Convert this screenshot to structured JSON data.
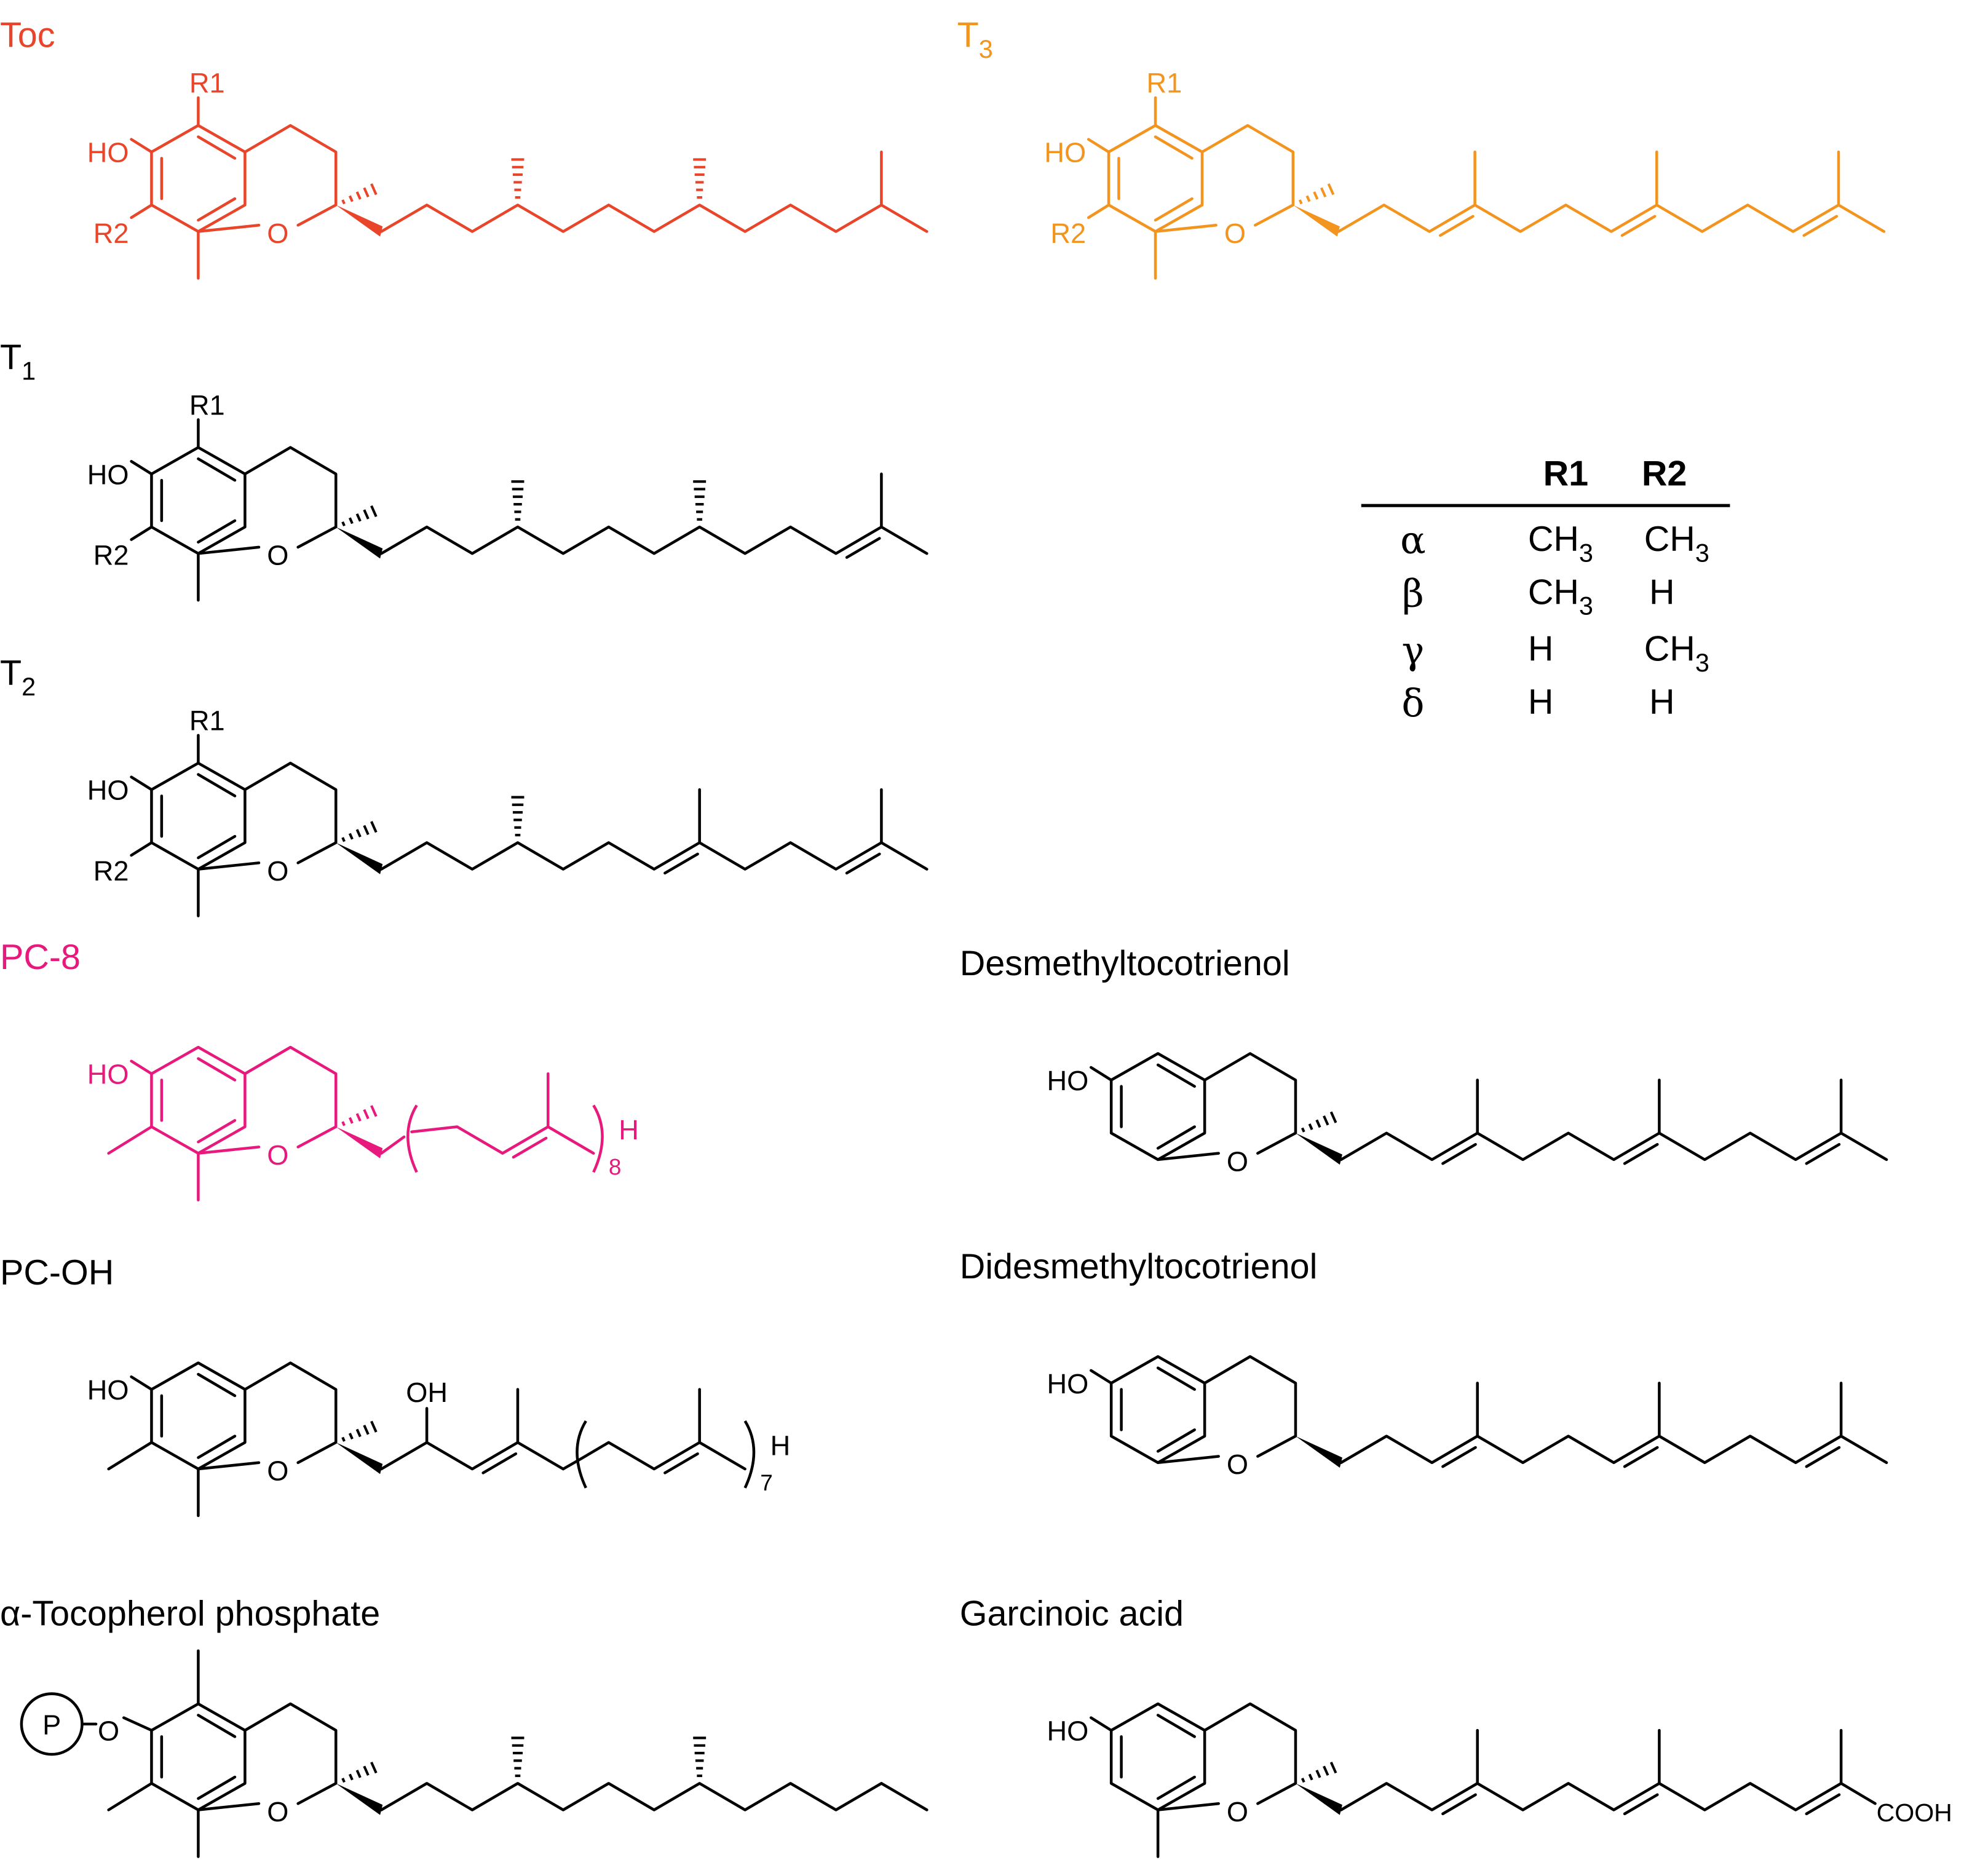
{
  "colors": {
    "toc": "#e8452a",
    "t3": "#f2941e",
    "pc8": "#e8197c",
    "default": "#000000"
  },
  "compounds": [
    {
      "id": "toc",
      "name": "Toc",
      "name_sub": "",
      "color": "#e8452a",
      "chain": "tocopherol",
      "substituents": "R"
    },
    {
      "id": "t3",
      "name": "T",
      "name_sub": "3",
      "color": "#f2941e",
      "chain": "triene",
      "substituents": "R"
    },
    {
      "id": "t1",
      "name": "T",
      "name_sub": "1",
      "color": "#000000",
      "chain": "monoene",
      "substituents": "R"
    },
    {
      "id": "t2",
      "name": "T",
      "name_sub": "2",
      "color": "#000000",
      "chain": "diene",
      "substituents": "R"
    },
    {
      "id": "pc8",
      "name": "PC-8",
      "name_sub": "",
      "color": "#e8197c",
      "chain": "repeat-8",
      "substituents": "gamma"
    },
    {
      "id": "desmethyl",
      "name": "Desmethyltocotrienol",
      "name_sub": "",
      "color": "#000000",
      "chain": "triene",
      "substituents": "none"
    },
    {
      "id": "pcoh",
      "name": "PC-OH",
      "name_sub": "",
      "color": "#000000",
      "chain": "hydroxy-repeat-7",
      "substituents": "gamma"
    },
    {
      "id": "didesmethyl",
      "name": "Didesmethyltocotrienol",
      "name_sub": "",
      "color": "#000000",
      "chain": "triene-nomethyl",
      "substituents": "none"
    },
    {
      "id": "atp",
      "name": "α-Tocopherol phosphate",
      "name_sub": "",
      "color": "#000000",
      "chain": "tocopherol-truncated",
      "substituents": "alpha-phosphate"
    },
    {
      "id": "garcinoic",
      "name": "Garcinoic acid",
      "name_sub": "",
      "color": "#000000",
      "chain": "triene-acid",
      "substituents": "delta"
    }
  ],
  "atom_labels": {
    "ho": "HO",
    "ring_o": "O",
    "r1": "R1",
    "r2": "R2",
    "oh": "OH",
    "h": "H",
    "cooh": "COOH",
    "phosphate": "P",
    "ester_o": "O",
    "repeat_8": "8",
    "repeat_7": "7"
  },
  "table": {
    "headers": [
      "R1",
      "R2"
    ],
    "rows": [
      {
        "label": "α",
        "r1": "CH",
        "r1_sub": "3",
        "r2": "CH",
        "r2_sub": "3"
      },
      {
        "label": "β",
        "r1": "CH",
        "r1_sub": "3",
        "r2": "H",
        "r2_sub": ""
      },
      {
        "label": "γ",
        "r1": "H",
        "r1_sub": "",
        "r2": "CH",
        "r2_sub": "3"
      },
      {
        "label": "δ",
        "r1": "H",
        "r1_sub": "",
        "r2": "H",
        "r2_sub": ""
      }
    ]
  }
}
